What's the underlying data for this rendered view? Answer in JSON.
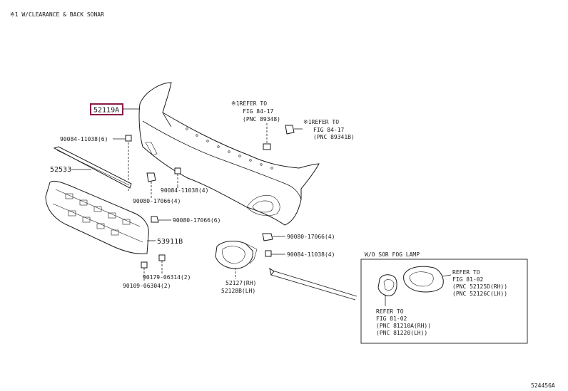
{
  "header_note": "※1 W/CLEARANCE & BACK SONAR",
  "footer_code": "524456A",
  "highlight_color": "#8b1a4a",
  "callouts": {
    "bumper_cover": "52119A",
    "bolt_upper": "90084-11038(6)",
    "seal_strip": "52533",
    "bolt_mid": "90084-11038(4)",
    "nut_mid": "90080-17066(4)",
    "nut_lower": "90080-17066(6)",
    "absorber": "53911B",
    "clip_right": "90179-06314(2)",
    "clip_left": "90109-06304(2)",
    "nut_fog": "90080-17066(4)",
    "bolt_fog": "90084-11038(4)",
    "fog_rh": "52127(RH)",
    "fog_lh": "52128B(LH)"
  },
  "refs": {
    "ref1": {
      "l1": "※1REFER TO",
      "l2": "FIG 84-17",
      "l3": "(PNC 89348)"
    },
    "ref2": {
      "l1": "※1REFER TO",
      "l2": "FIG 84-17",
      "l3": "(PNC 89341B)"
    }
  },
  "fog_box": {
    "title": "W/O SOR   FOG LAMP",
    "ref_a": {
      "l1": "REFER TO",
      "l2": "FIG 81-02",
      "l3": "(PNC 52125D(RH))",
      "l4": "(PNC 52126C(LH))"
    },
    "ref_b": {
      "l1": "REFER TO",
      "l2": "FIG 81-02",
      "l3": "(PNC 81210A(RH))",
      "l4": "(PNC 81220(LH))"
    }
  }
}
